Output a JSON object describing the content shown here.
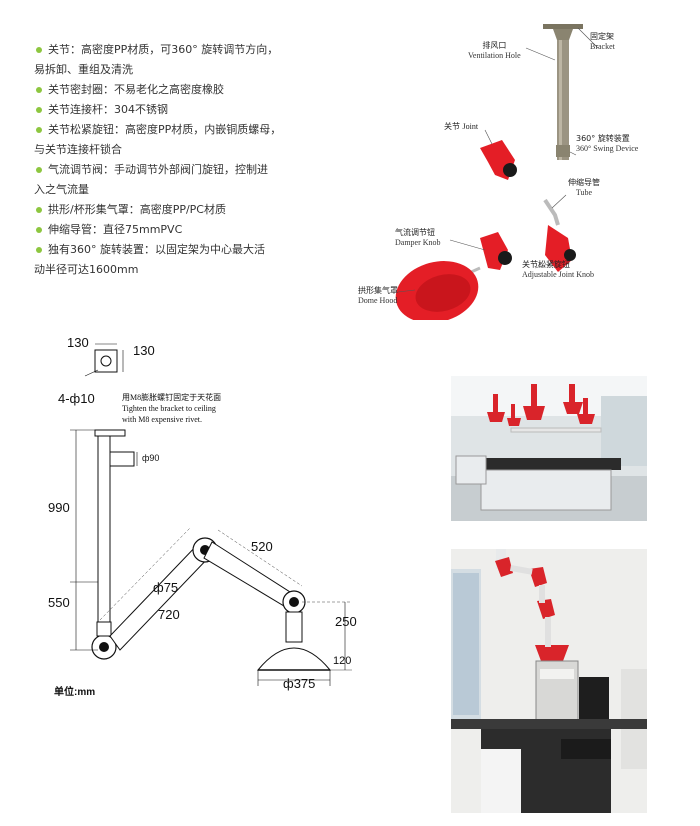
{
  "features": [
    [
      "关节：高密度PP材质，可360° 旋转调节方向，",
      "易拆卸、重组及清洗"
    ],
    [
      "关节密封圈：不易老化之高密度橡胶"
    ],
    [
      "关节连接杆：304不锈钢"
    ],
    [
      "关节松紧旋钮：高密度PP材质，内嵌铜质螺母，",
      "与关节连接杆锁合"
    ],
    [
      "气流调节阀：手动调节外部阀门旋钮，控制进",
      "入之气流量"
    ],
    [
      "拱形/杯形集气罩：高密度PP/PC材质"
    ],
    [
      "伸缩导管：直径75mmPVC"
    ],
    [
      "独有360° 旋转装置：以固定架为中心最大活",
      "动半径可达1600mm"
    ]
  ],
  "product_labels": {
    "vent_cn": "排风口",
    "vent_en": "Ventilation Hole",
    "bracket_cn": "固定架",
    "bracket_en": "Bracket",
    "joint_cn": "关节",
    "joint_en": "Joint",
    "swing_cn": "360° 旋转装置",
    "swing_en": "360° Swing Device",
    "tube_cn": "伸缩导管",
    "tube_en": "Tube",
    "damper_cn": "气流调节钮",
    "damper_en": "Damper Knob",
    "adjknob_cn": "关节松紧旋钮",
    "adjknob_en": "Adjustable Joint Knob",
    "dome_cn": "拱形集气罩",
    "dome_en": "Dome Hood"
  },
  "drawing": {
    "bracket_w": "130",
    "bracket_h": "130",
    "holes": "4-ф10",
    "note_cn": "用M8膨胀螺钉固定于天花面",
    "note_en1": "Tighten the bracket to ceiling",
    "note_en2": "with M8 expensive rivet.",
    "pipe_d": "ф90",
    "h990": "990",
    "h550": "550",
    "tube_d": "ф75",
    "l720": "720",
    "l520": "520",
    "h250": "250",
    "h120": "120",
    "hood_d": "ф375",
    "unit": "单位:mm"
  },
  "colors": {
    "accent_green": "#8dc63f",
    "hood_red": "#e41e26",
    "pipe": "#9b9482"
  }
}
